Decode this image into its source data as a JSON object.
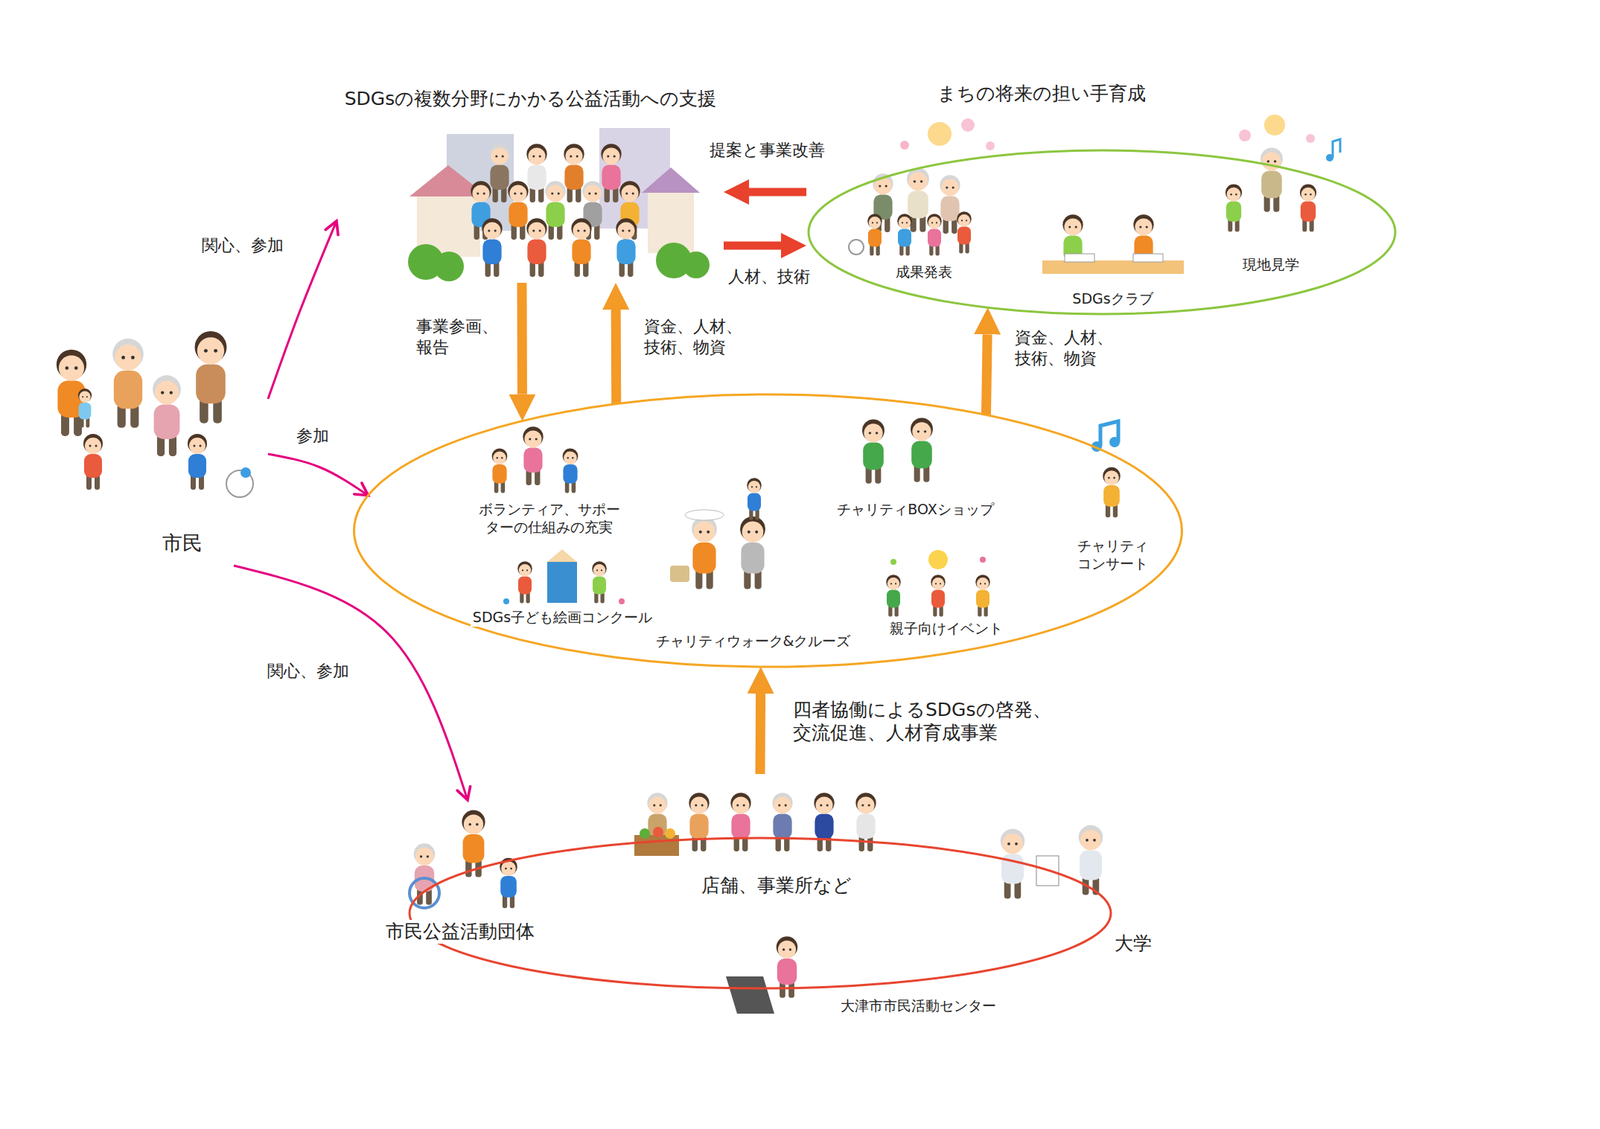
{
  "diagram": {
    "nodes": [
      {
        "text": [
          "SDGsの複数分野にかかる公益活動への支援"
        ]
      },
      {
        "text": [
          "まちの将来の担い手育成"
        ]
      },
      {
        "text": [
          "成果発表"
        ],
        "in": 1
      },
      {
        "text": [
          "SDGsクラブ"
        ],
        "in": 1
      },
      {
        "text": [
          "現地見学"
        ],
        "in": 1
      },
      {
        "text": [
          "市民"
        ]
      },
      {
        "text": []
      },
      {
        "text": [
          "ボランティア、サポーターの仕組みの充実"
        ],
        "in": 6
      },
      {
        "text": [
          "SDGs子ども絵画コンクール"
        ],
        "in": 6
      },
      {
        "text": [
          "チャリティウォーク&クルーズ"
        ],
        "in": 6
      },
      {
        "text": [
          "チャリティBOXショップ"
        ],
        "in": 6
      },
      {
        "text": [
          "親子向けイベント"
        ],
        "in": 6
      },
      {
        "text": [
          "チャリティコンサート"
        ],
        "in": 6
      },
      {
        "text": []
      },
      {
        "text": [
          "市民公益活動団体"
        ],
        "in": 13
      },
      {
        "text": [
          "店舗、事業所など"
        ],
        "in": 13
      },
      {
        "text": [
          "大学"
        ],
        "in": 13
      },
      {
        "text": [
          "大津市市民活動センター"
        ],
        "in": 13
      }
    ],
    "edges": [
      {
        "from": 5,
        "to": 0,
        "label": "関心、参加",
        "arrow": "to"
      },
      {
        "from": 5,
        "to": 6,
        "label": "参加",
        "arrow": "to"
      },
      {
        "from": 5,
        "to": 14,
        "label": "関心、参加",
        "arrow": "to"
      },
      {
        "from": 1,
        "to": 0,
        "label": "提案と事業改善",
        "arrow": "to"
      },
      {
        "from": 0,
        "to": 1,
        "label": "人材、技術",
        "arrow": "to"
      },
      {
        "from": 0,
        "to": 6,
        "label": "事業参画、報告",
        "arrow": "to"
      },
      {
        "from": 6,
        "to": 0,
        "label": "資金、人材、技術、物資",
        "arrow": "to"
      },
      {
        "from": 6,
        "to": 1,
        "label": "資金、人材、技術、物資",
        "arrow": "to"
      },
      {
        "from": 13,
        "to": 6,
        "label": "四者協働によるSDGsの啓発、交流促進、人材育成事業",
        "arrow": "to"
      }
    ]
  }
}
